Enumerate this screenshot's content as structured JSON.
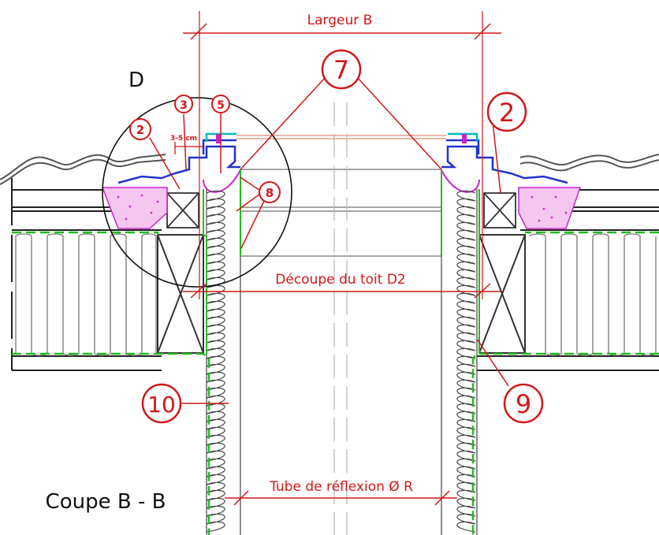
{
  "dimensions": {
    "width_label": "Largeur B",
    "roof_cut_label": "Découpe du toit D2",
    "tube_label": "Tube de réflexion Ø R",
    "gap_label": "3-5 cm"
  },
  "detail_label": "D",
  "section_label": "Coupe B - B",
  "callouts": {
    "c2_left": "2",
    "c3": "3",
    "c5": "5",
    "c7": "7",
    "c8": "8",
    "c2_right": "2",
    "c9": "9",
    "c10": "10"
  },
  "colors": {
    "annotation": "#d01818",
    "vapour_barrier": "#22bb22",
    "flashing": "#2233cc",
    "seal": "#cc22cc",
    "collar": "#00bbbb"
  }
}
